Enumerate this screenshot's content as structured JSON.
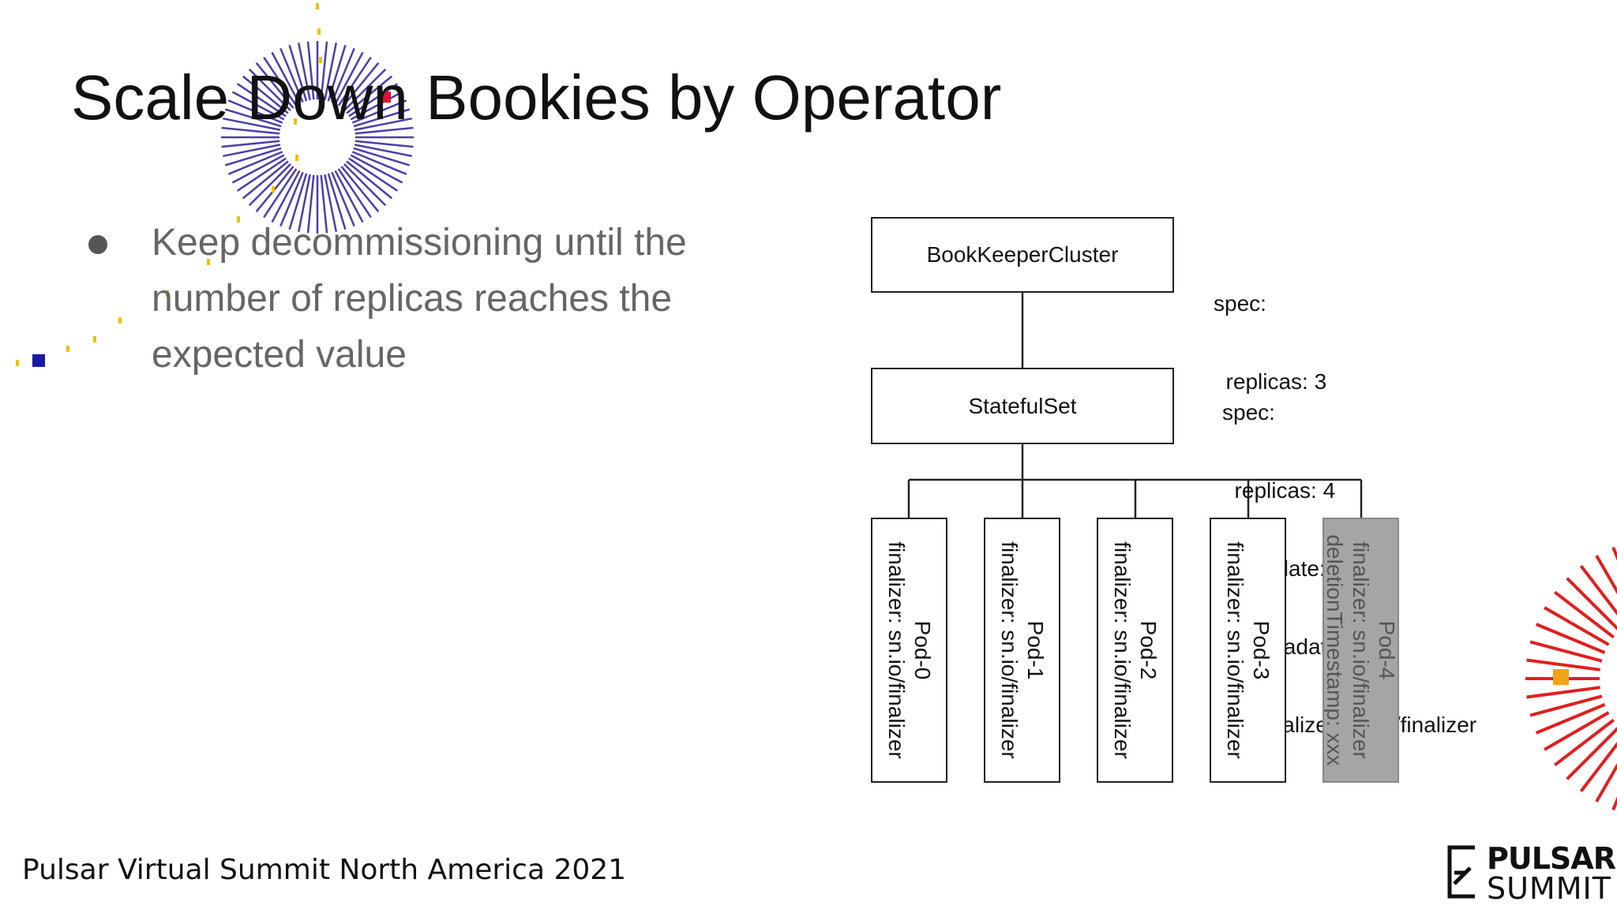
{
  "slide": {
    "title": "Scale Down Bookies by Operator",
    "bullets": [
      "Keep decommissioning until the number of replicas reaches the expected value"
    ],
    "footer": "Pulsar Virtual Summit North America 2021"
  },
  "diagram": {
    "cluster_label": "BookKeeperCluster",
    "cluster_spec": [
      "spec:",
      "  replicas: 3"
    ],
    "statefulset_label": "StatefulSet",
    "statefulset_spec": [
      "spec:",
      "  replicas: 4",
      "  template:",
      "    metadata:",
      "      finalizer: sn.io/finalizer"
    ],
    "pods": [
      {
        "name": "Pod-0",
        "finalizer": "finalizer: sn.io/finalizer",
        "extra": ""
      },
      {
        "name": "Pod-1",
        "finalizer": "finalizer: sn.io/finalizer",
        "extra": ""
      },
      {
        "name": "Pod-2",
        "finalizer": "finalizer: sn.io/finalizer",
        "extra": ""
      },
      {
        "name": "Pod-3",
        "finalizer": "finalizer: sn.io/finalizer",
        "extra": ""
      },
      {
        "name": "Pod-4",
        "finalizer": "finalizer: sn.io/finalizer",
        "extra": "deletionTimestamp: xxx"
      }
    ],
    "deleting_pod_color": "#a5a5a5"
  },
  "logo": {
    "line1": "PULSAR",
    "line2": "SUMMIT"
  },
  "colors": {
    "ray_blue": "#4a3fa8",
    "ray_red": "#e02020",
    "dot_yellow": "#f0c000"
  }
}
